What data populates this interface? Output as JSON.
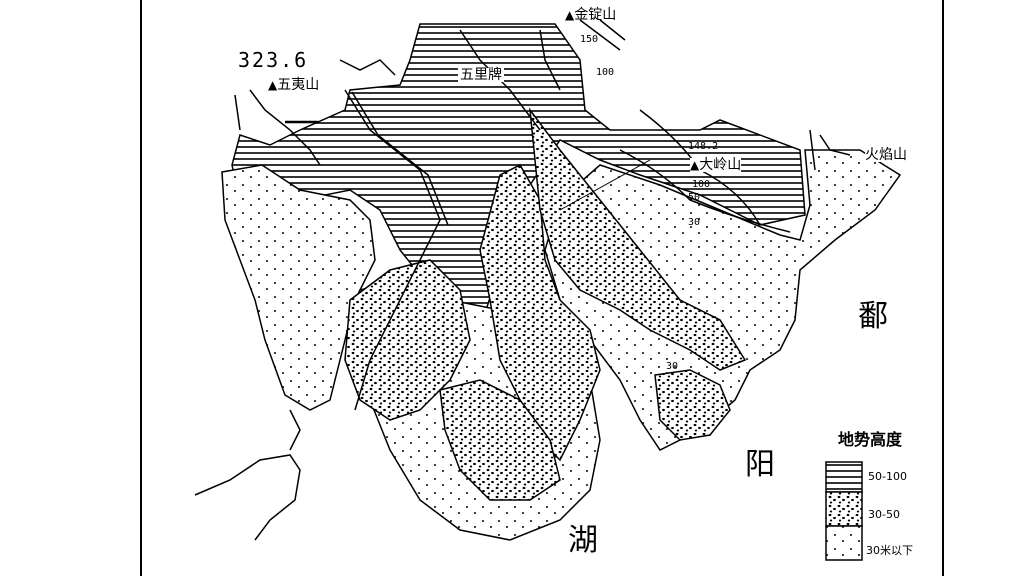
{
  "peaks": {
    "jindingshan": "金锭山",
    "wuyishan": "五夷山",
    "dalingshan": "大岭山",
    "huoyanshan": "火焰山",
    "wulipai": "五里牌"
  },
  "elevations": {
    "wuyi_height": "323.6",
    "jd_150": "150",
    "jd_100": "100",
    "dl_148": "148.2",
    "dl_100": "100",
    "dl_50": "50",
    "c30_east": "30",
    "c30_south": "30"
  },
  "lake": {
    "char1": "鄱",
    "char2": "阳",
    "char3": "湖"
  },
  "legend": {
    "title": "地势高度",
    "items": [
      {
        "label": "50-100",
        "pattern": "horizontal-lines"
      },
      {
        "label": "30-50",
        "pattern": "dense-dots"
      },
      {
        "label": "30米以下",
        "pattern": "sparse-dots"
      }
    ]
  },
  "peak_marker": "▲"
}
